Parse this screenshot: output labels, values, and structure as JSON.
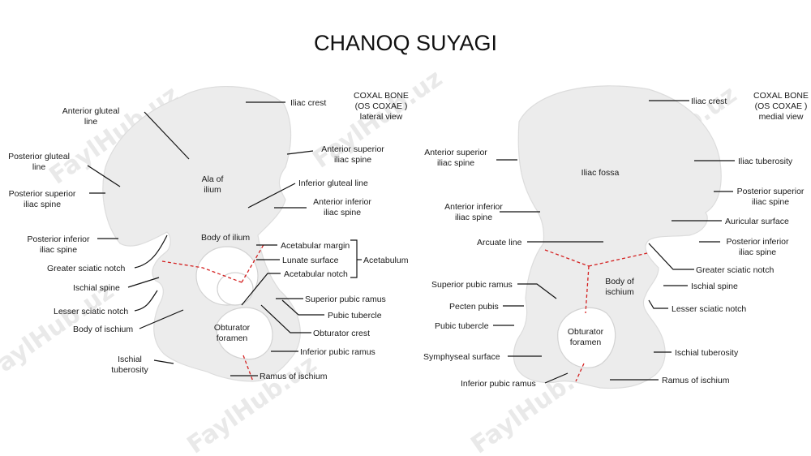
{
  "title": "CHANOQ SUYAGI",
  "watermark": "FaylHub.uz",
  "lateral": {
    "view_title": [
      "COXAL BONE",
      "(OS COXAE )",
      "lateral view"
    ],
    "labels": {
      "iliac_crest": [
        "Iliac crest"
      ],
      "anterior_gluteal_line": [
        "Anterior gluteal",
        "line"
      ],
      "posterior_gluteal_line": [
        "Posterior gluteal",
        "line"
      ],
      "posterior_superior_iliac_spine": [
        "Posterior superior",
        "iliac spine"
      ],
      "posterior_inferior_iliac_spine": [
        "Posterior inferior",
        "iliac spine"
      ],
      "greater_sciatic_notch": [
        "Greater sciatic notch"
      ],
      "ischial_spine": [
        "Ischial spine"
      ],
      "lesser_sciatic_notch": [
        "Lesser sciatic notch"
      ],
      "body_of_ischium": [
        "Body of ischium"
      ],
      "ischial_tuberosity": [
        "Ischial",
        "tuberosity"
      ],
      "ala_of_ilium": [
        "Ala of",
        "ilium"
      ],
      "body_of_ilium": [
        "Body of ilium"
      ],
      "anterior_superior_iliac_spine": [
        "Anterior superior",
        "iliac spine"
      ],
      "inferior_gluteal_line": [
        "Inferior gluteal line"
      ],
      "anterior_inferior_iliac_spine": [
        "Anterior inferior",
        "iliac spine"
      ],
      "acetabular_margin": [
        "Acetabular margin"
      ],
      "lunate_surface": [
        "Lunate surface"
      ],
      "acetabular_notch": [
        "Acetabular notch"
      ],
      "acetabulum": [
        "Acetabulum"
      ],
      "superior_pubic_ramus": [
        "Superior pubic ramus"
      ],
      "pubic_tubercle": [
        "Pubic tubercle"
      ],
      "obturator_crest": [
        "Obturator crest"
      ],
      "inferior_pubic_ramus": [
        "Inferior pubic ramus"
      ],
      "ramus_of_ischium": [
        "Ramus of ischium"
      ],
      "obturator_foramen": [
        "Obturator",
        "foramen"
      ]
    }
  },
  "medial": {
    "view_title": [
      "COXAL BONE",
      "(OS COXAE )",
      "medial view"
    ],
    "labels": {
      "iliac_crest": [
        "Iliac crest"
      ],
      "iliac_tuberosity": [
        "Iliac tuberosity"
      ],
      "posterior_superior_iliac_spine": [
        "Posterior superior",
        "iliac spine"
      ],
      "auricular_surface": [
        "Auricular surface"
      ],
      "posterior_inferior_iliac_spine": [
        "Posterior inferior",
        "iliac spine"
      ],
      "greater_sciatic_notch": [
        "Greater sciatic notch"
      ],
      "ischial_spine": [
        "Ischial spine"
      ],
      "lesser_sciatic_notch": [
        "Lesser sciatic notch"
      ],
      "ischial_tuberosity": [
        "Ischial tuberosity"
      ],
      "ramus_of_ischium": [
        "Ramus of ischium"
      ],
      "anterior_superior_iliac_spine": [
        "Anterior superior",
        "iliac spine"
      ],
      "anterior_inferior_iliac_spine": [
        "Anterior inferior",
        "iliac spine"
      ],
      "arcuate_line": [
        "Arcuate line"
      ],
      "superior_pubic_ramus": [
        "Superior pubic ramus"
      ],
      "pecten_pubis": [
        "Pecten pubis"
      ],
      "pubic_tubercle": [
        "Pubic tubercle"
      ],
      "symphyseal_surface": [
        "Symphyseal surface"
      ],
      "inferior_pubic_ramus": [
        "Inferior pubic ramus"
      ],
      "iliac_fossa": [
        "Iliac fossa"
      ],
      "body_of_ischium": [
        "Body of",
        "ischium"
      ],
      "obturator_foramen": [
        "Obturator",
        "foramen"
      ]
    }
  }
}
